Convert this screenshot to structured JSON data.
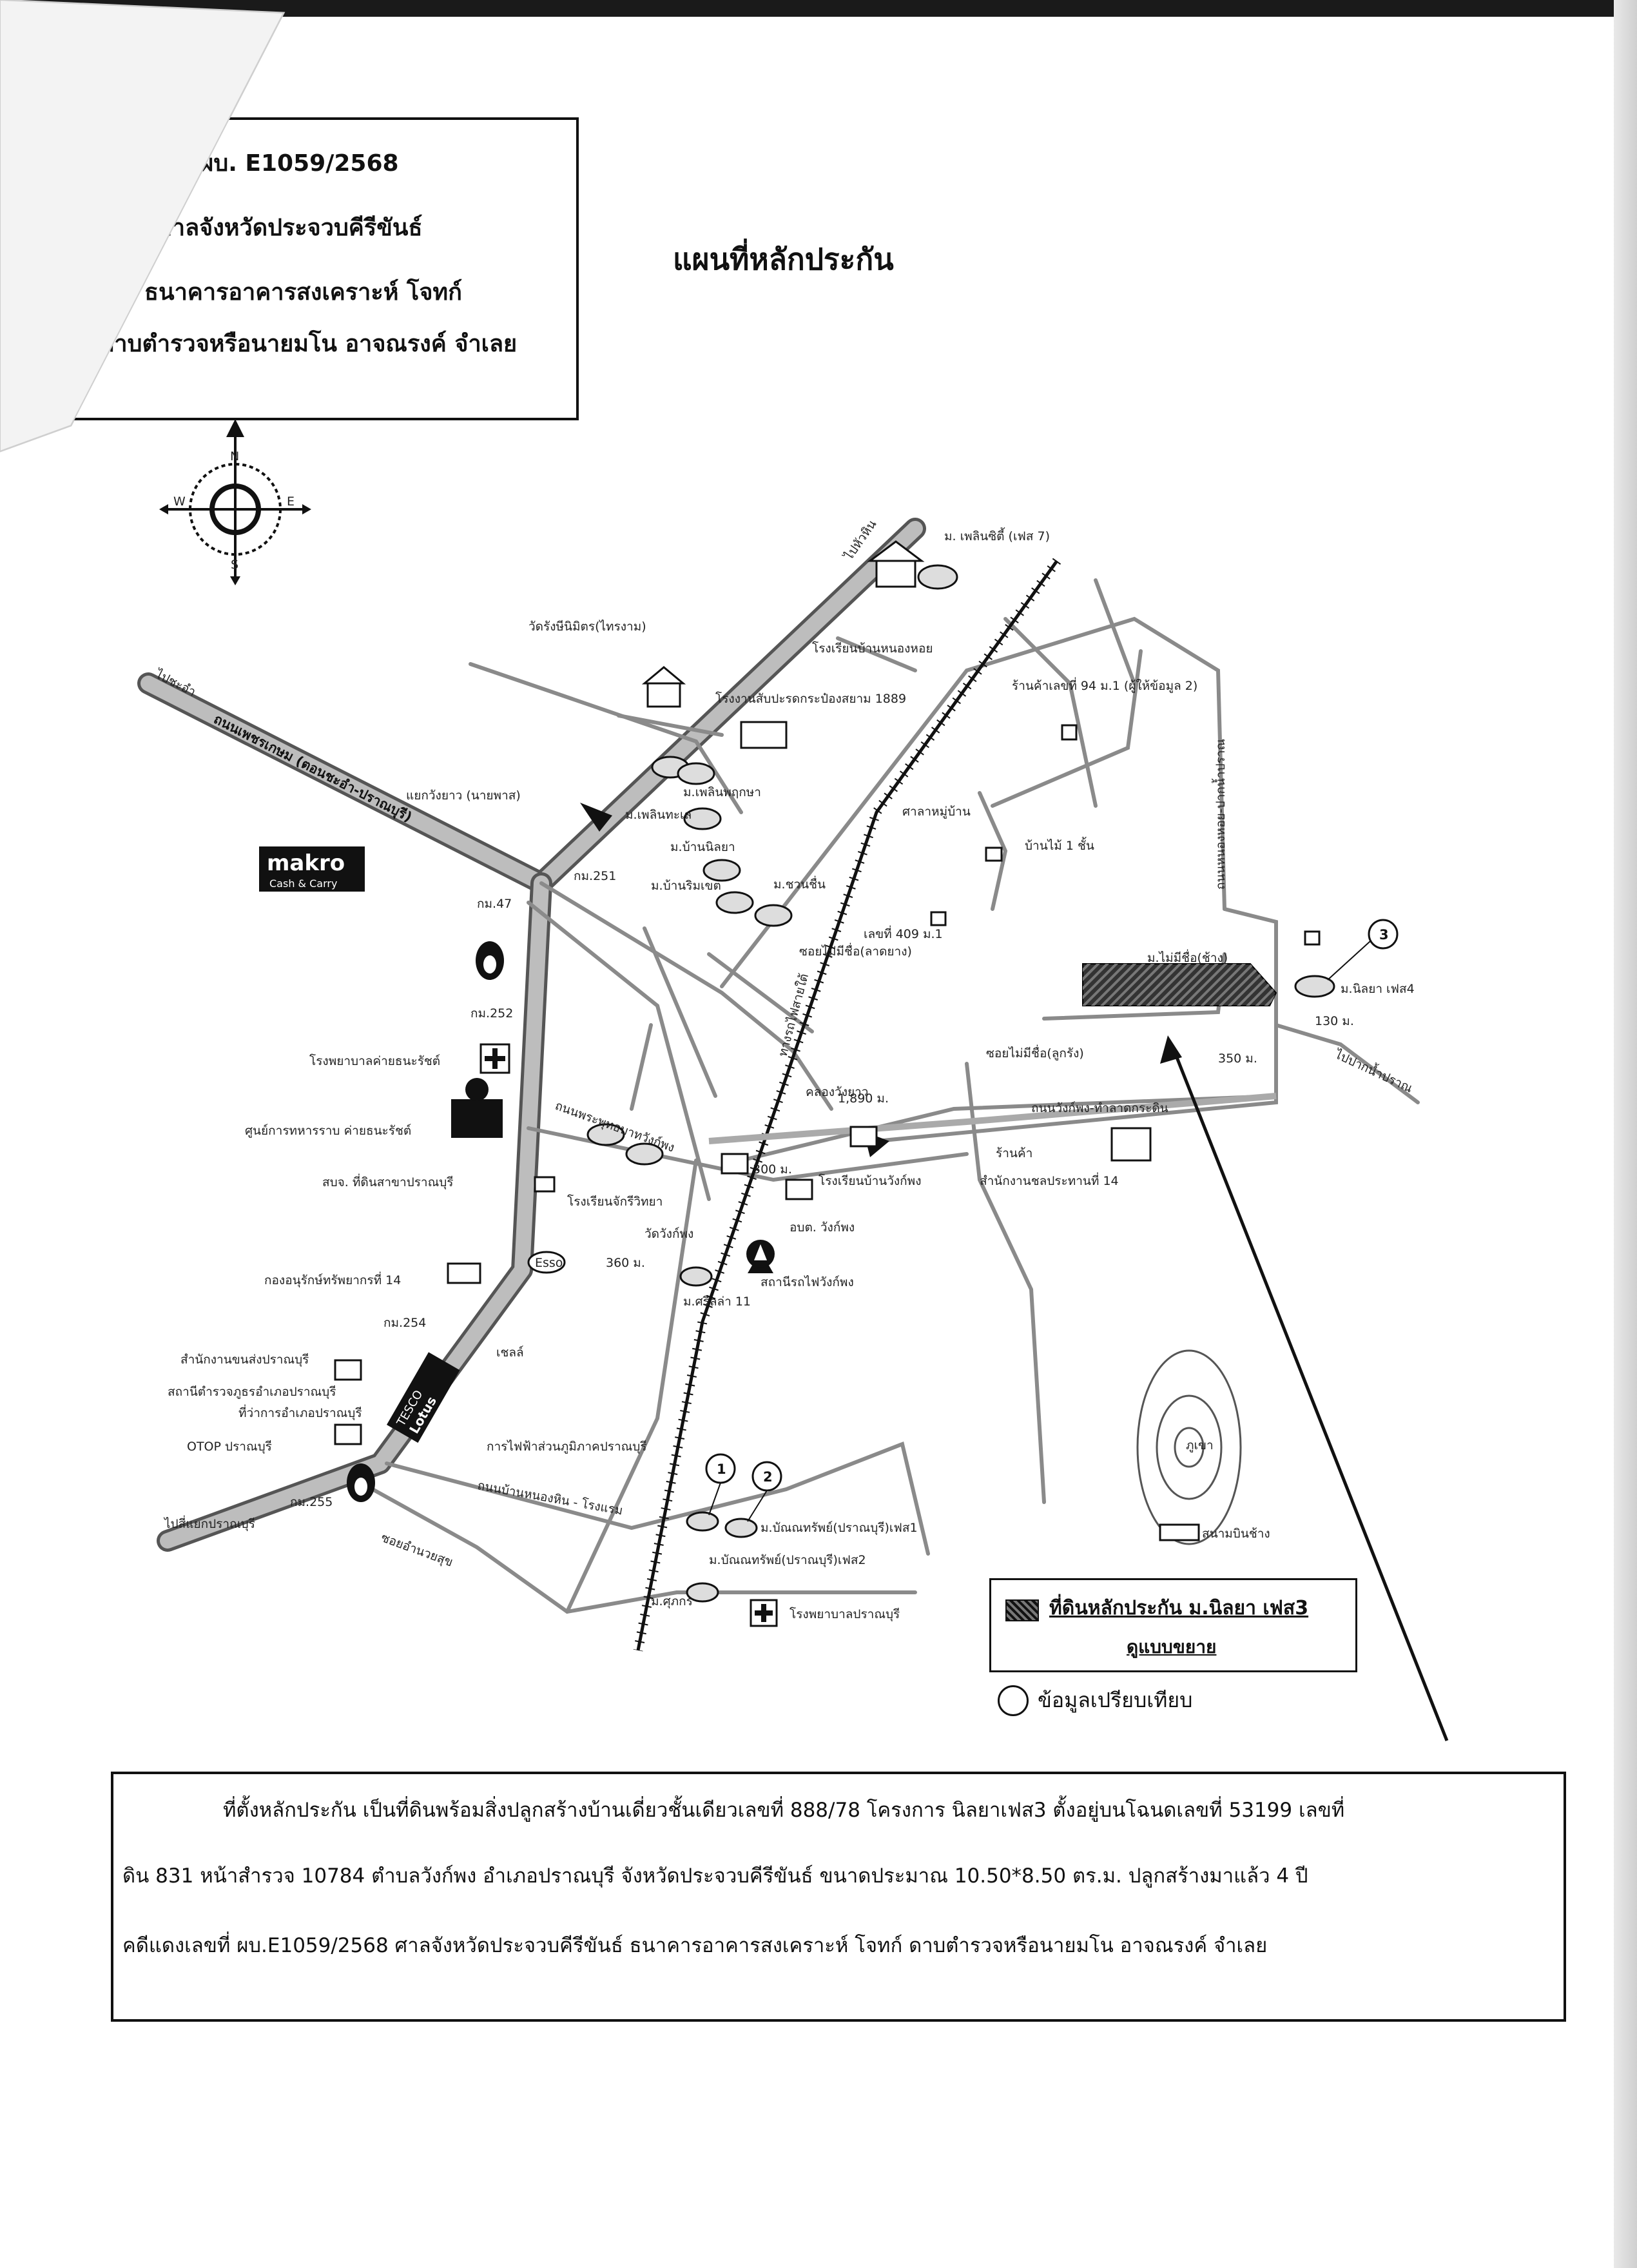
{
  "case_box": {
    "line1": "ที่ ผบ. E1059/2568",
    "line2": "ศาลจังหวัดประจวบคีรีขันธ์",
    "line3": "ธนาคารอาคารสงเคราะห์ โจทก์",
    "line4": "ดาบตำรวจหรือนายมโน อาจณรงค์ จำเลย"
  },
  "map_title": "แผนที่หลักประกัน",
  "compass": {
    "n": "N",
    "s": "S",
    "e": "E",
    "w": "W"
  },
  "map_labels": {
    "to_hua_hin": "ไปหัวหิน",
    "to_cha_am": "ไปชะอำ",
    "phet_kasem_road": "ถนนเพชรเกษม (ตอนชะอำ-ปราณบุรี)",
    "ploenciti": "ม. เพลินซิตี้ (เฟส 7)",
    "nong_hoi_school": "โรงเรียนบ้านหนองหอย",
    "wat": "วัดรังษีนิมิตร(ไทรงาม)",
    "water_plant": "โรงงานสับปะรดกระป๋องสยาม 1889",
    "shop_94": "ร้านค้าเลขที่ 94 ม.1 (ผู้ให้ข้อมูล 2)",
    "nong_hoi_pak_nam_road": "ถนนหนองหอย-ปากน้ำปราณ",
    "wang_yao_junction": "แยกวังยาว (นายพาส)",
    "makro_1": "makro",
    "makro_2": "Cash & Carry",
    "ploen_phruksa": "ม.เพลินพฤกษา",
    "ploen_thale": "ม.เพลินทะเล",
    "ban_niraya": "ม.บ้านนิลยา",
    "ban_rimkhet": "ม.บ้านริมเขต",
    "chuanchuen": "ม.ชวนชื่น",
    "sala": "ศาลาหมู่บ้าน",
    "house_1": "บ้านไม้ 1 ชั้น",
    "house_409": "เลขที่ 409 ม.1",
    "km47": "กม.47",
    "km251": "กม.251",
    "km252": "กม.252",
    "km254": "กม.254",
    "km255": "กม.255",
    "army_hospital": "โรงพยาบาลค่ายธนะรัชต์",
    "army_center": "ศูนย์การทหารราบ ค่ายธนะรัชต์",
    "railway": "ทางรถไฟสายใต้",
    "soi_mai_mi_chue_1": "ซอยไม่มีชื่อ(ลาดยาง)",
    "soi_mai_mi_chue_2": "ซอยไม่มีชื่อ(ลูกรัง)",
    "khlong_wang_yao": "คลองวังยาว",
    "dist_1890": "1,890 ม.",
    "dist_350": "350 ม.",
    "dist_130": "130 ม.",
    "dist_300": "300 ม.",
    "dist_360": "360 ม.",
    "mai_mi_chue_chang": "ม.ไม่มีชื่อ(ช้าง)",
    "niraya_phase4": "ม.นิลยา เฟส4",
    "to_pak_nam_pran": "ไปปากน้ำปราณ",
    "wang_phong_road": "ถนนวังก์พง-ทำลาดกระดิน",
    "shop": "ร้านค้า",
    "irrigation": "สำนักงานชลประทานที่ 14",
    "sorbor": "สบจ. ที่ดินสาขาปราณบุรี",
    "school_chakri": "โรงเรียนจักรีวิทยา",
    "school_wang_phong": "โรงเรียนบ้านวังก์พง",
    "wat_wang_phong": "วัดวังก์พง",
    "obt": "อบต. วังก์พง",
    "station": "สถานีรถไฟวังก์พง",
    "wang_phong_road_2": "ถนนพระพุทธบาทวังก์พง",
    "resource_14": "กองอนุรักษ์ทรัพยากรที่ 14",
    "sri_lanka": "ม.ศรีลล่า 11",
    "transport": "สำนักงานขนส่งปราณบุรี",
    "police": "สถานีตำรวจภูธรอำเภอปราณบุรี",
    "district_office": "ที่ว่าการอำเภอปราณบุรี",
    "otop": "OTOP ปราณบุรี",
    "to_pran_junction": "ไปสี่แยกปราณบุรี",
    "tesco": "TESCO",
    "lotus": "Lotus",
    "electric": "การไฟฟ้าส่วนภูมิภาคปราณบุรี",
    "nong_hin_road": "ถนนบ้านหนองหิน - โรงแรม",
    "soi_ban_yang": "ซอยอำนวยสุข",
    "bannasap_1": "ม.บัณณทรัพย์(ปราณบุรี)เฟส1",
    "bannasap_2": "ม.บัณณทรัพย์(ปราณบุรี)เฟส2",
    "supakorn": "ม.ศุภกร",
    "pran_hospital": "โรงพยาบาลปราณบุรี",
    "khao": "ภูเขา",
    "stadium": "สนามบินช้าง",
    "num1": "1",
    "num2": "2",
    "num3": "3",
    "esso": "Esso",
    "shell": "เชลล์"
  },
  "legend": {
    "collateral_label": "ที่ดินหลักประกัน ม.นิลยา เฟส3",
    "see_expanded": "ดูแบบขยาย",
    "comparison_label": "ข้อมูลเปรียบเทียบ"
  },
  "description": {
    "line1": "ที่ตั้งหลักประกัน เป็นที่ดินพร้อมสิ่งปลูกสร้างบ้านเดี่ยวชั้นเดียวเลขที่ 888/78 โครงการ นิลยาเฟส3 ตั้งอยู่บนโฉนดเลขที่ 53199 เลขที่",
    "line2": "ดิน 831 หน้าสำรวจ 10784 ตำบลวังก์พง อำเภอปราณบุรี จังหวัดประจวบคีรีขันธ์ ขนาดประมาณ 10.50*8.50 ตร.ม. ปลูกสร้างมาแล้ว 4 ปี",
    "line3": "คดีแดงเลขที่ ผบ.E1059/2568 ศาลจังหวัดประจวบคีรีขันธ์ ธนาคารอาคารสงเคราะห์ โจทก์ ดาบตำรวจหรือนายมโน อาจณรงค์ จำเลย"
  },
  "colors": {
    "ink": "#111111",
    "road_gray": "#8a8a8a",
    "collateral": "#333333"
  }
}
